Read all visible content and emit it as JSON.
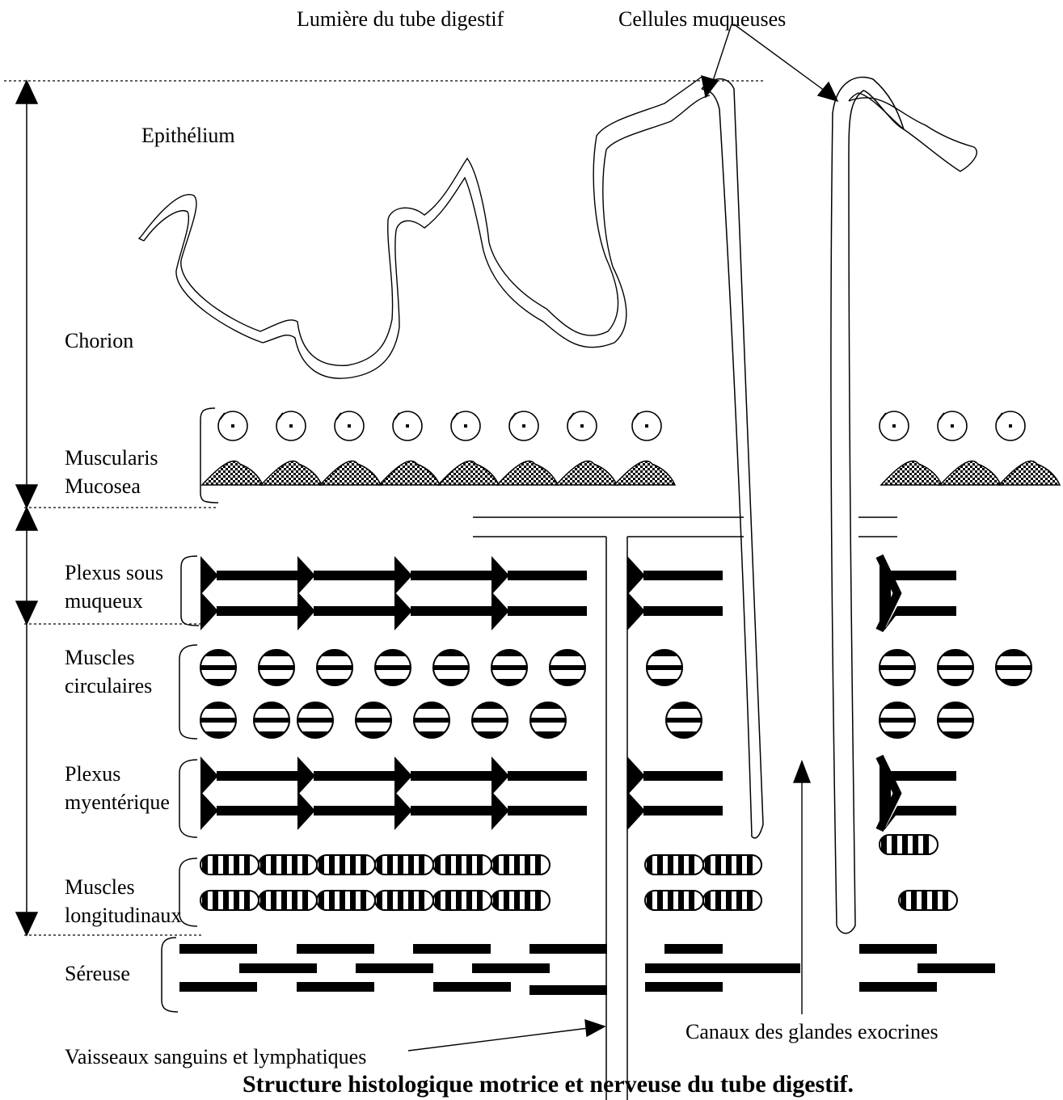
{
  "labels": {
    "lumen": "Lumière du tube digestif",
    "mucous_cells": "Cellules muqueuses",
    "epithelium": "Epithélium",
    "chorion": "Chorion",
    "muscularis_1": "Muscularis",
    "muscularis_2": "Mucosea",
    "submucosal_1": "Plexus sous",
    "submucosal_2": "muqueux",
    "circular_1": "Muscles",
    "circular_2": "circulaires",
    "myenteric_1": "Plexus",
    "myenteric_2": "myentérique",
    "longitudinal_1": "Muscles",
    "longitudinal_2": "longitudinaux",
    "serosa": "Séreuse",
    "exocrine": "Canaux des glandes exocrines",
    "vessels": "Vaisseaux sanguins et lymphatiques",
    "caption": "Structure histologique motrice et nerveuse du tube digestif."
  }
}
